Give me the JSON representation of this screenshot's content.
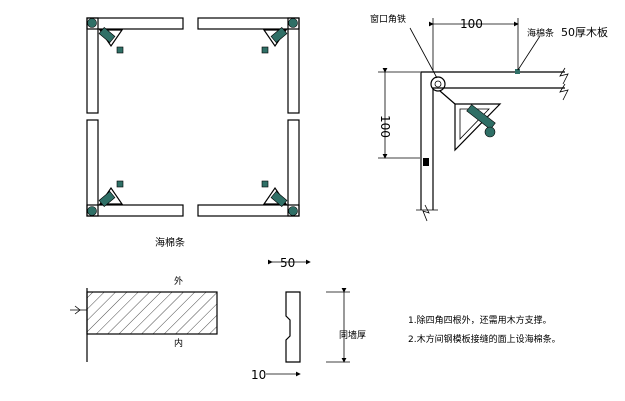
{
  "labels": {
    "sponge_strip_caption": "海棉条",
    "window_corner_steel": "窗口角铁",
    "dim_top_100": "100",
    "sponge_strip_callout": "海棉条",
    "board_50": "50厚木板",
    "dim_vertical_100": "100",
    "outer": "外",
    "inner": "内",
    "dim_50": "50",
    "dim_10": "10",
    "wall_thickness": "同墙厚",
    "note_1": "1.除四角四根外，还需用木方支撑。",
    "note_2": "2.木方间钢模板接缝的面上设海棉条。"
  }
}
